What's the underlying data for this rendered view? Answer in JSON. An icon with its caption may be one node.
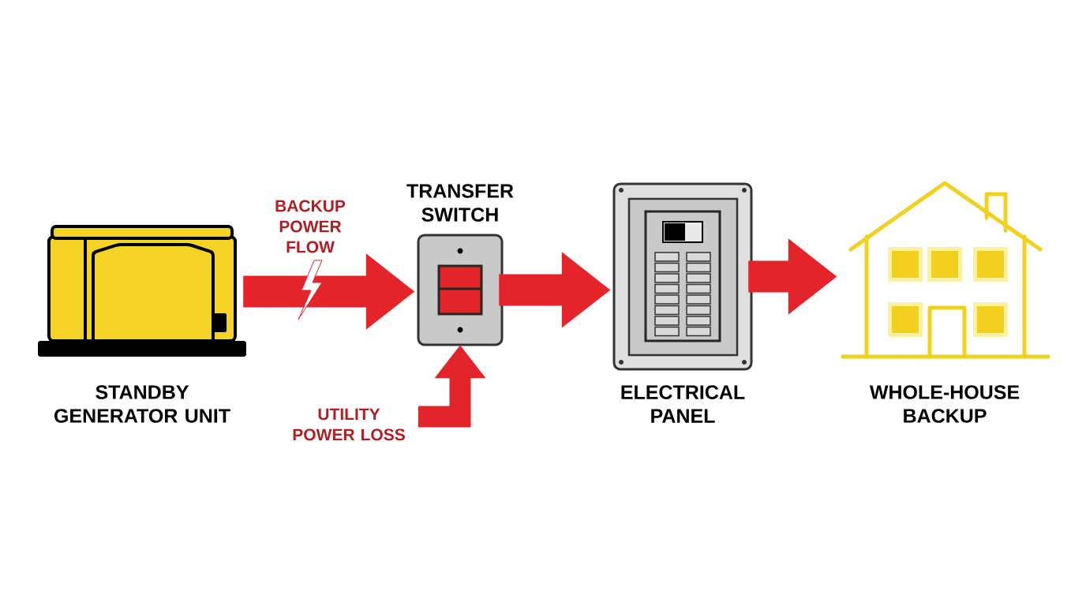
{
  "diagram": {
    "nodes": [
      {
        "text": [
          "STANDBY GENERATOR UNIT"
        ]
      },
      {
        "text": [
          "TRANSFER SWITCH"
        ]
      },
      {
        "text": [
          "ELECTRICAL PANEL"
        ]
      },
      {
        "text": [
          "WHOLE-HOUSE BACKUP"
        ]
      }
    ],
    "edges": [
      {
        "from": 0,
        "to": 1,
        "arrow": "to",
        "label": "BACKUP POWER FLOW"
      },
      {
        "from": 1,
        "to": 2,
        "arrow": "to"
      },
      {
        "from": 2,
        "to": 3,
        "arrow": "to"
      },
      {
        "from": null,
        "to": 1,
        "arrow": "to",
        "label": "UTILITY POWER LOSS"
      }
    ]
  }
}
